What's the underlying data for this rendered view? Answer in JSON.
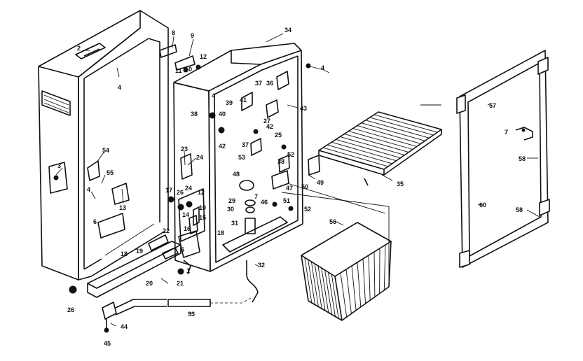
{
  "parts": [
    {
      "id": "lbl-2",
      "text": "2"
    },
    {
      "id": "lbl-4a",
      "text": "4"
    },
    {
      "id": "lbl-3",
      "text": "3"
    },
    {
      "id": "lbl-4b",
      "text": "4"
    },
    {
      "id": "lbl-54",
      "text": "54"
    },
    {
      "id": "lbl-55",
      "text": "55"
    },
    {
      "id": "lbl-13",
      "text": "13"
    },
    {
      "id": "lbl-6",
      "text": "6"
    },
    {
      "id": "lbl-8",
      "text": "8"
    },
    {
      "id": "lbl-9",
      "text": "9"
    },
    {
      "id": "lbl-11",
      "text": "11"
    },
    {
      "id": "lbl-10a",
      "text": "10"
    },
    {
      "id": "lbl-12a",
      "text": "12"
    },
    {
      "id": "lbl-23",
      "text": "23"
    },
    {
      "id": "lbl-24a",
      "text": "24"
    },
    {
      "id": "lbl-17",
      "text": "17"
    },
    {
      "id": "lbl-26a",
      "text": "26"
    },
    {
      "id": "lbl-24b",
      "text": "24"
    },
    {
      "id": "lbl-12b",
      "text": "12"
    },
    {
      "id": "lbl-10b",
      "text": "10"
    },
    {
      "id": "lbl-14",
      "text": "14"
    },
    {
      "id": "lbl-15",
      "text": "15"
    },
    {
      "id": "lbl-16",
      "text": "16"
    },
    {
      "id": "lbl-18a",
      "text": "18"
    },
    {
      "id": "lbl-22",
      "text": "22"
    },
    {
      "id": "lbl-19",
      "text": "19"
    },
    {
      "id": "lbl-18b",
      "text": "18"
    },
    {
      "id": "lbl-5",
      "text": "5"
    },
    {
      "id": "lbl-1",
      "text": "1"
    },
    {
      "id": "lbl-20",
      "text": "20"
    },
    {
      "id": "lbl-21",
      "text": "21"
    },
    {
      "id": "lbl-26b",
      "text": "26"
    },
    {
      "id": "lbl-44",
      "text": "44"
    },
    {
      "id": "lbl-45",
      "text": "45"
    },
    {
      "id": "lbl-33",
      "text": "33"
    },
    {
      "id": "lbl-32",
      "text": "32"
    },
    {
      "id": "lbl-34",
      "text": "34"
    },
    {
      "id": "lbl-4c",
      "text": "4"
    },
    {
      "id": "lbl-36",
      "text": "36"
    },
    {
      "id": "lbl-37a",
      "text": "37"
    },
    {
      "id": "lbl-4d",
      "text": "4"
    },
    {
      "id": "lbl-38",
      "text": "38"
    },
    {
      "id": "lbl-40",
      "text": "40"
    },
    {
      "id": "lbl-39",
      "text": "39"
    },
    {
      "id": "lbl-41",
      "text": "41"
    },
    {
      "id": "lbl-43",
      "text": "43"
    },
    {
      "id": "lbl-27",
      "text": "27"
    },
    {
      "id": "lbl-42a",
      "text": "42"
    },
    {
      "id": "lbl-25",
      "text": "25"
    },
    {
      "id": "lbl-42b",
      "text": "42"
    },
    {
      "id": "lbl-37b",
      "text": "37"
    },
    {
      "id": "lbl-53",
      "text": "53"
    },
    {
      "id": "lbl-52a",
      "text": "52"
    },
    {
      "id": "lbl-38b",
      "text": "38"
    },
    {
      "id": "lbl-48",
      "text": "48"
    },
    {
      "id": "lbl-49",
      "text": "49"
    },
    {
      "id": "lbl-50",
      "text": "50"
    },
    {
      "id": "lbl-47",
      "text": "47"
    },
    {
      "id": "lbl-29",
      "text": "29"
    },
    {
      "id": "lbl-7a",
      "text": "7"
    },
    {
      "id": "lbl-46",
      "text": "46"
    },
    {
      "id": "lbl-30",
      "text": "30"
    },
    {
      "id": "lbl-51",
      "text": "51"
    },
    {
      "id": "lbl-52b",
      "text": "52"
    },
    {
      "id": "lbl-31",
      "text": "31"
    },
    {
      "id": "lbl-35",
      "text": "35"
    },
    {
      "id": "lbl-56",
      "text": "56"
    },
    {
      "id": "lbl-57",
      "text": "57"
    },
    {
      "id": "lbl-7b",
      "text": "7"
    },
    {
      "id": "lbl-58a",
      "text": "58"
    },
    {
      "id": "lbl-60",
      "text": "60"
    },
    {
      "id": "lbl-58b",
      "text": "58"
    }
  ]
}
